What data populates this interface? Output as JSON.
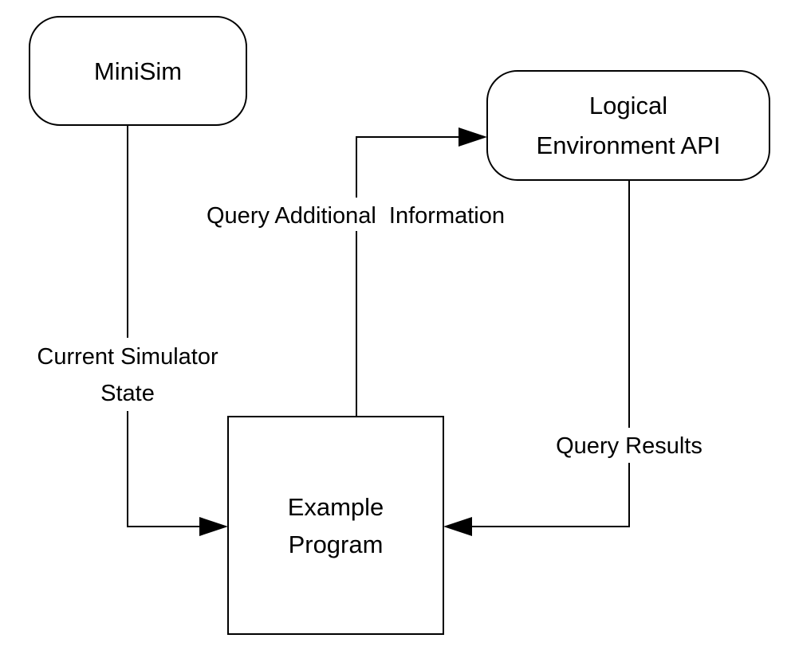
{
  "nodes": {
    "minisim": {
      "label": "MiniSim"
    },
    "logical_env_api": {
      "label_lines": [
        "Logical",
        "Environment API"
      ]
    },
    "example_program": {
      "label_lines": [
        "Example",
        "Program"
      ]
    }
  },
  "edges": {
    "simulator_state": {
      "label_lines": [
        "Current Simulator",
        "State"
      ]
    },
    "query_info": {
      "label": "Query Additional  Information"
    },
    "query_results": {
      "label": "Query Results"
    }
  },
  "colors": {
    "line": "#000000",
    "background": "#ffffff"
  }
}
